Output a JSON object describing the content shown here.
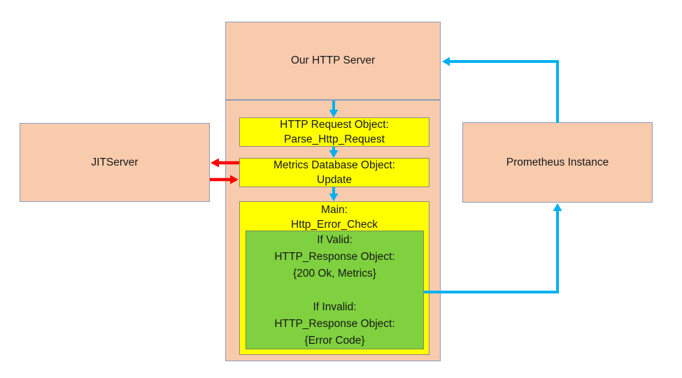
{
  "title": "HTTP Server Metrics Flow Diagram",
  "colors": {
    "background": "#FFFFFF",
    "peach": "#F8CBAD",
    "peach-border": "#8d9bba",
    "yellow": "#FFFF00",
    "yellow-border": "#8f8a76",
    "green": "#7FD13F",
    "green-border": "#7a8a55",
    "cyan": "#00B0F0",
    "red": "#FF0000",
    "text": "#171717"
  },
  "nodes": {
    "http_server": {
      "label": "Our HTTP Server"
    },
    "jitserver": {
      "label": "JITServer"
    },
    "prometheus": {
      "label": "Prometheus Instance"
    },
    "http_request": {
      "lines": [
        "HTTP Request Object:",
        "Parse_Http_Request"
      ]
    },
    "metrics_db": {
      "lines": [
        "Metrics Database Object:",
        "Update"
      ]
    },
    "main": {
      "lines": [
        "Main:",
        "Http_Error_Check"
      ]
    },
    "response": {
      "valid_lines": [
        "If Valid:",
        "HTTP_Response Object:",
        "{200 Ok, Metrics}"
      ],
      "invalid_lines": [
        "If Invalid:",
        "HTTP_Response Object:",
        "{Error Code}"
      ]
    }
  },
  "arrows": {
    "server_to_request": "Our HTTP Server to HTTP Request Object (cyan, down)",
    "request_to_metrics": "HTTP Request Object to Metrics Database Object (cyan, down)",
    "metrics_to_main": "Metrics Database Object to Main (cyan, down)",
    "metrics_to_jitserver": "Metrics Database Object to JITServer (red, left)",
    "jitserver_to_metrics": "JITServer to Metrics Database Object (red, right)",
    "response_to_prometheus": "HTTP_Response to Prometheus Instance (cyan, elbow up)",
    "prometheus_to_server": "Prometheus Instance to Our HTTP Server (cyan, elbow left)"
  }
}
